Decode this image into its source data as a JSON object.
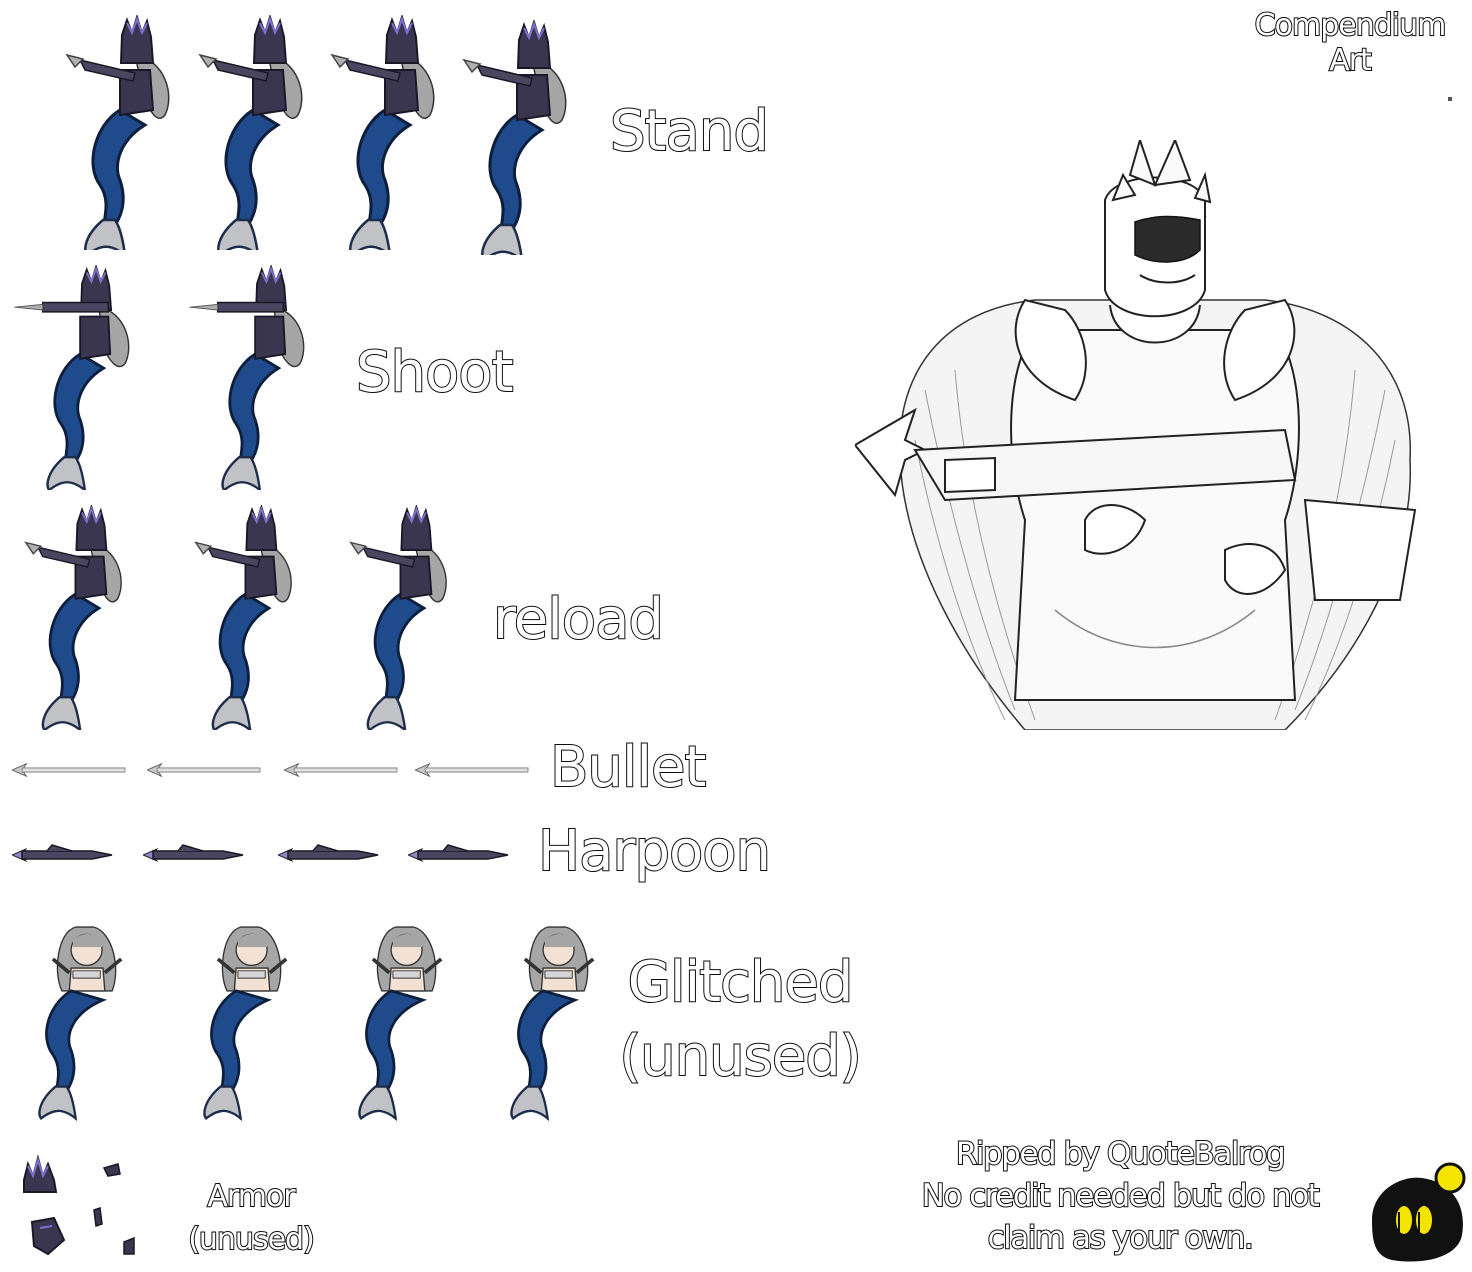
{
  "labels": {
    "stand": "Stand",
    "shoot": "Shoot",
    "reload": "reload",
    "bullet": "Bullet",
    "harpoon": "Harpoon",
    "glitched_line1": "Glitched",
    "glitched_line2": "(unused)",
    "armor_line1": "Armor",
    "armor_line2": "(unused)",
    "compendium_line1": "Compendium",
    "compendium_line2": "Art"
  },
  "credits": {
    "line1": "Ripped by QuoteBalrog",
    "line2": "No credit needed but do not",
    "line3": "claim as your own."
  },
  "colors": {
    "tail": "#1f4a8c",
    "tail_outline": "#0d1f3d",
    "fin": "#b9bcc1",
    "armor": "#3b3650",
    "armor_accent": "#7f6fd0",
    "hair": "#a6a6a6",
    "skin": "#f3e1d3",
    "badge_yellow": "#f5e400"
  }
}
